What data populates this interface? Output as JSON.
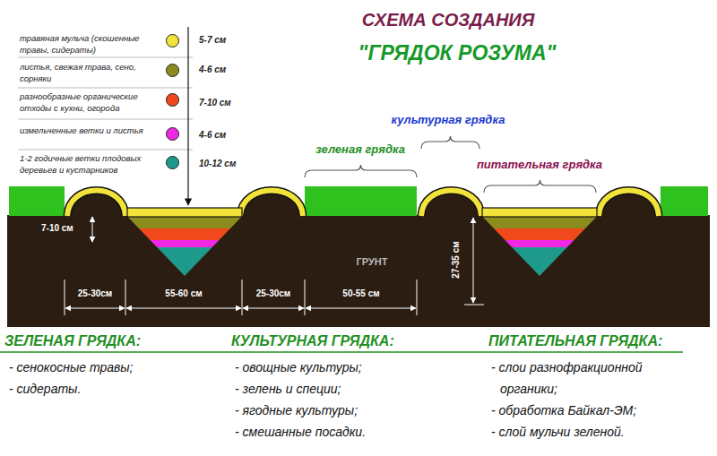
{
  "diagram": {
    "title": "СХЕМА СОЗДАНИЯ",
    "labels": [
      "\"ГРЯДОК РОЗУМА\"",
      "5-7 см",
      "4-6 см",
      "7-10 см",
      "4-6 см",
      "10-12 см",
      "культурная грядка",
      "зеленая грядка",
      "питательная грядка",
      "7-10 см",
      "27-35 см",
      "ГРУНТ",
      "25-30см",
      "55-60 см",
      "25-30см",
      "50-55 см",
      "ЗЕЛЕНАЯ ГРЯДКА:",
      "КУЛЬТУРНАЯ ГРЯДКА:",
      "ПИТАТЕЛЬНАЯ ГРЯДКА:",
      "- сенокосные травы;",
      "- сидераты.",
      "- овощные культуры;",
      "- зелень и специи;",
      "- ягодные культуры;",
      "- смешанные посадки.",
      "- слои разнофракционной органики;",
      "- обработка Байкал-ЭМ;",
      "- слой мульчи зеленой."
    ],
    "legend": [
      {
        "text": "травяная мульча (скошенные травы, сидераты)",
        "color": "#f2e33a"
      },
      {
        "text": "листья, свежая трава, сено, сорняки",
        "color": "#8c8c1e"
      },
      {
        "text": "разнообразные органические отходы с кухни, огорода",
        "color": "#f04a1c"
      },
      {
        "text": "измельченные ветки и листья",
        "color": "#f028e6"
      },
      {
        "text": "1-2 годичные ветки плодовых деревьев и кустарников",
        "color": "#1e9a8c"
      }
    ]
  }
}
